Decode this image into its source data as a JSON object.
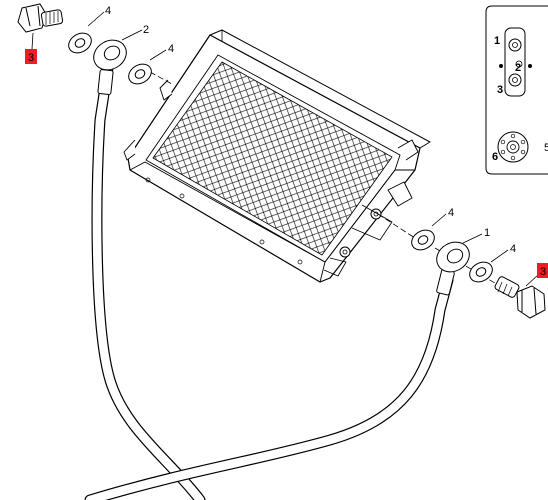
{
  "diagram": {
    "colors": {
      "line": "#000000",
      "highlight": "#ee1c24",
      "background": "#ffffff"
    },
    "callouts": {
      "bolt_top_left": "3",
      "washer_top_a": "4",
      "banjo_top": "2",
      "washer_top_b": "4",
      "washer_right_a": "4",
      "banjo_right": "1",
      "washer_right_b": "4",
      "bolt_right": "3"
    },
    "inset": {
      "labels": [
        "1",
        "2",
        "3",
        "6"
      ],
      "clipped_label": "5"
    }
  }
}
